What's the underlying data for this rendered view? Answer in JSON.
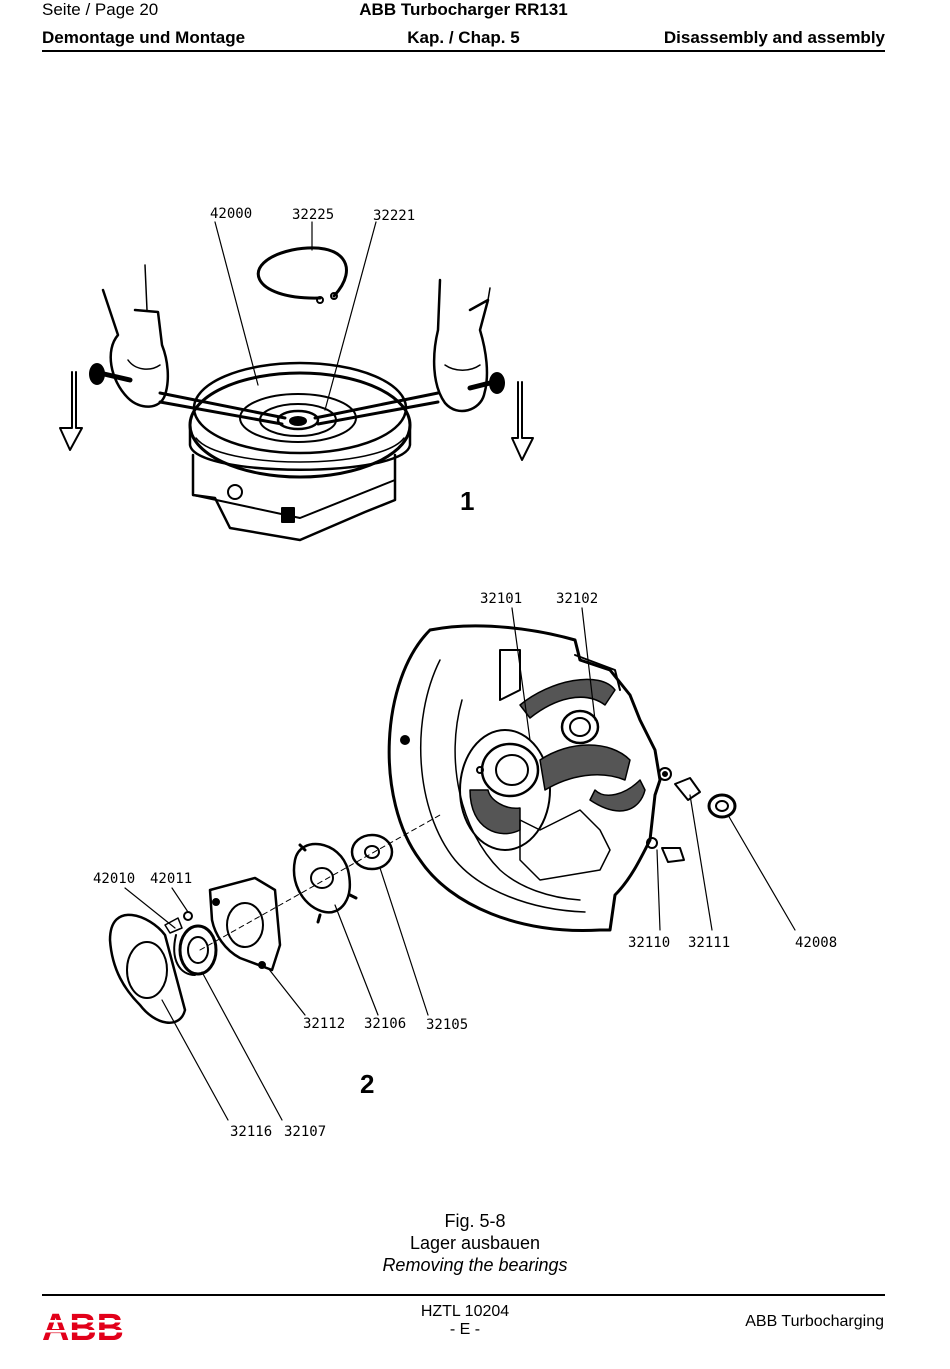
{
  "header": {
    "page_label": "Seite / Page  20",
    "title": "ABB Turbocharger RR131",
    "section_de": "Demontage und Montage",
    "chapter": "Kap. / Chap. 5",
    "section_en": "Disassembly and assembly"
  },
  "figure": {
    "view1": {
      "number": "1",
      "callouts": [
        "42000",
        "32225",
        "32221"
      ]
    },
    "view2": {
      "number": "2",
      "callouts": [
        "32101",
        "32102",
        "42010",
        "42011",
        "32110",
        "32111",
        "42008",
        "32112",
        "32106",
        "32105",
        "32116",
        "32107"
      ]
    }
  },
  "caption": {
    "fig": "Fig. 5-8",
    "de": "Lager ausbauen",
    "en": "Removing the bearings"
  },
  "footer": {
    "doc_number": "HZTL 10204",
    "edition": "- E -",
    "company": "ABB Turbocharging",
    "logo_text": "ABB",
    "logo_color": "#e2001a"
  }
}
